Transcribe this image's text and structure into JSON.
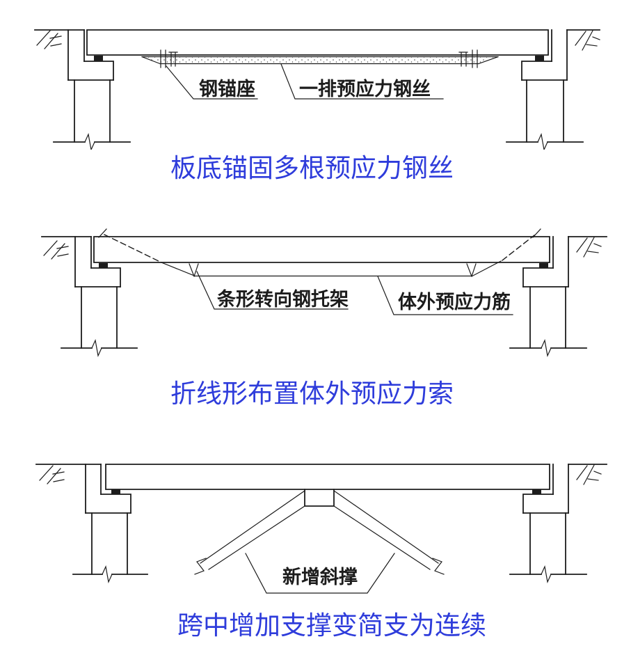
{
  "colors": {
    "line": "#1c1c1c",
    "caption_blue": "#2e3cdb",
    "bearing_black": "#000000",
    "background": "#ffffff"
  },
  "figures": [
    {
      "id": "anchored-wires",
      "caption": "板底锚固多根预应力钢丝",
      "labels": {
        "anchor_seat": "钢锚座",
        "wire_row": "一排预应力钢丝"
      }
    },
    {
      "id": "external-tendon",
      "caption": "折线形布置体外预应力索",
      "labels": {
        "deviator": "条形转向钢托架",
        "tendon": "体外预应力筋"
      }
    },
    {
      "id": "midspan-brace",
      "caption": "跨中增加支撑变简支为连续",
      "labels": {
        "brace": "新增斜撑"
      }
    }
  ]
}
